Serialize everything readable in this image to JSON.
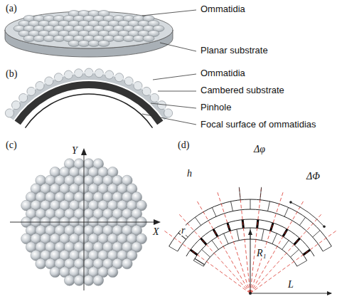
{
  "diagram": {
    "labels": [
      "(a)",
      "Ommatidia",
      "Planar substrate",
      "(b)",
      "Ommatidia",
      "Cambered substrate",
      "Pinhole",
      "Focal surface of ommatidias",
      "(c)",
      "Y",
      "X",
      "(d)",
      "Δφ",
      "h",
      "ΔΦ",
      "R₁",
      "r",
      "L"
    ]
  }
}
